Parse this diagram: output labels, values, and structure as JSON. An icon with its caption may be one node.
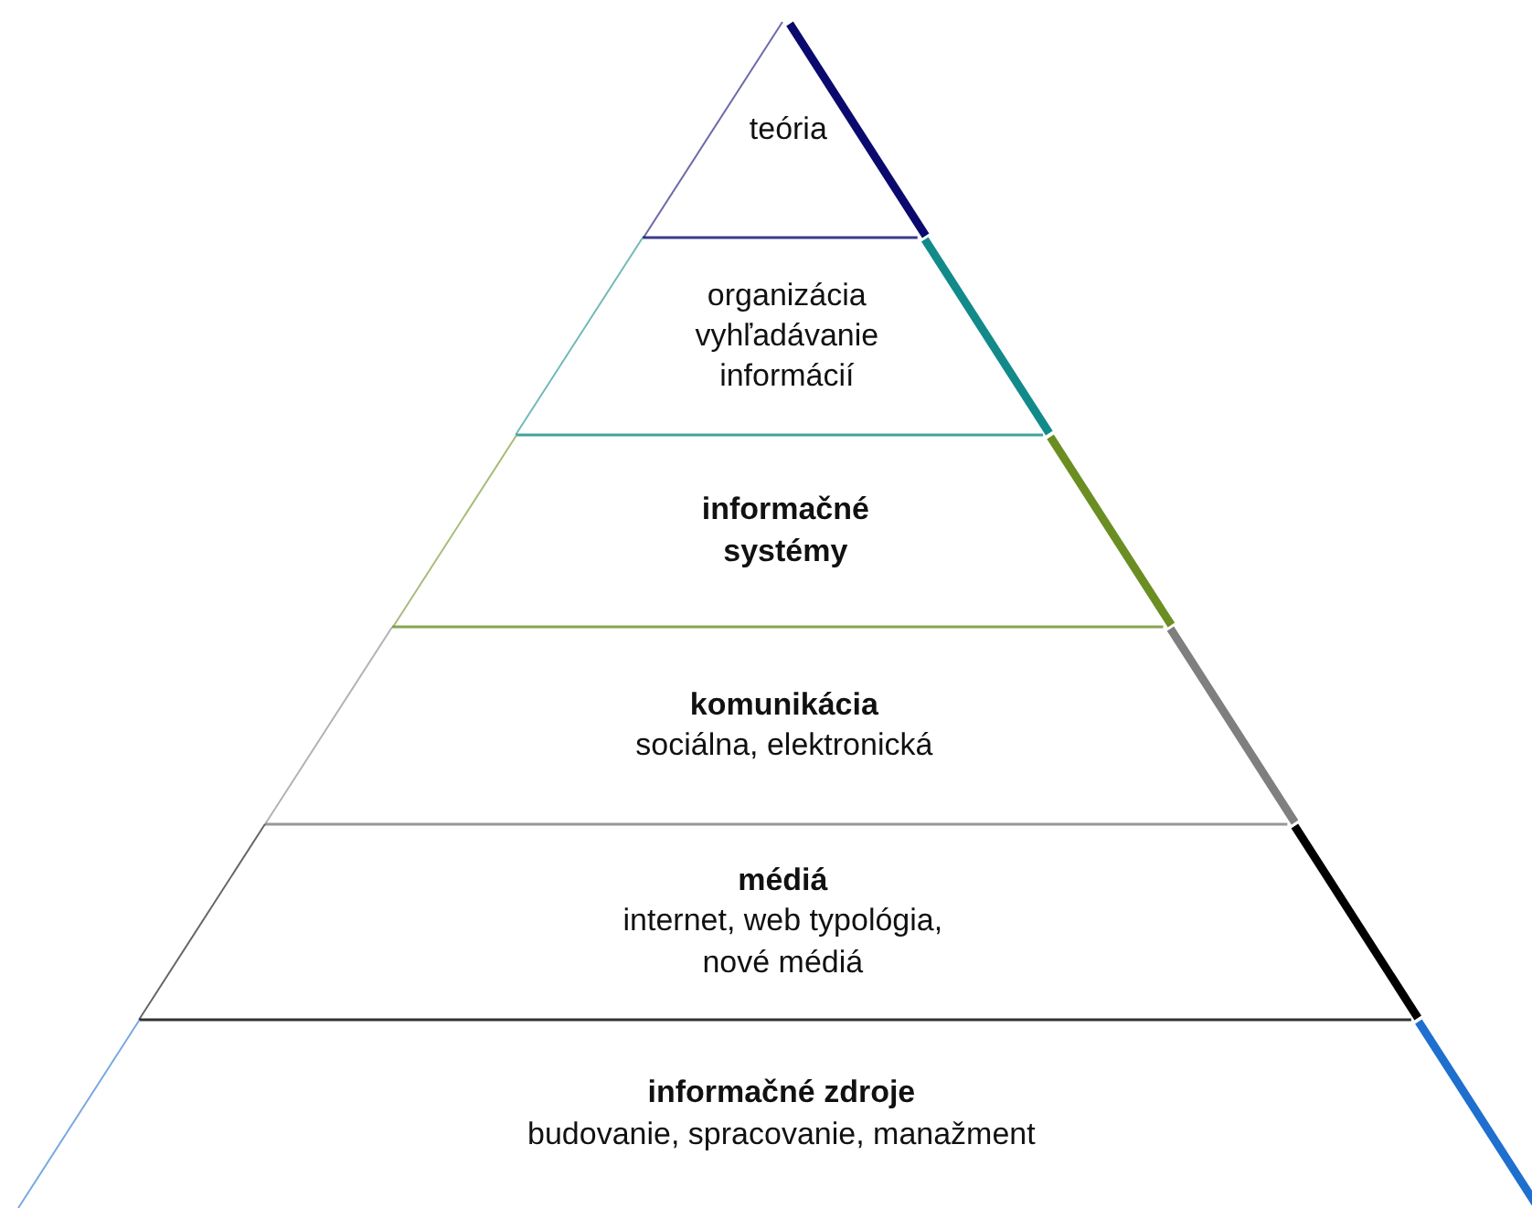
{
  "diagram": {
    "nodes": [
      {
        "text": [
          "teória"
        ]
      },
      {
        "text": [
          "organizácia vyhľadávanie informácií"
        ]
      },
      {
        "text": [
          "informačné systémy"
        ]
      },
      {
        "text": [
          "komunikácia",
          "sociálna, elektronická"
        ]
      },
      {
        "text": [
          "médiá",
          "internet, web typológia, nové médiá"
        ]
      },
      {
        "text": [
          "informačné zdroje",
          "budovanie, spracovanie, manažment"
        ]
      }
    ]
  }
}
